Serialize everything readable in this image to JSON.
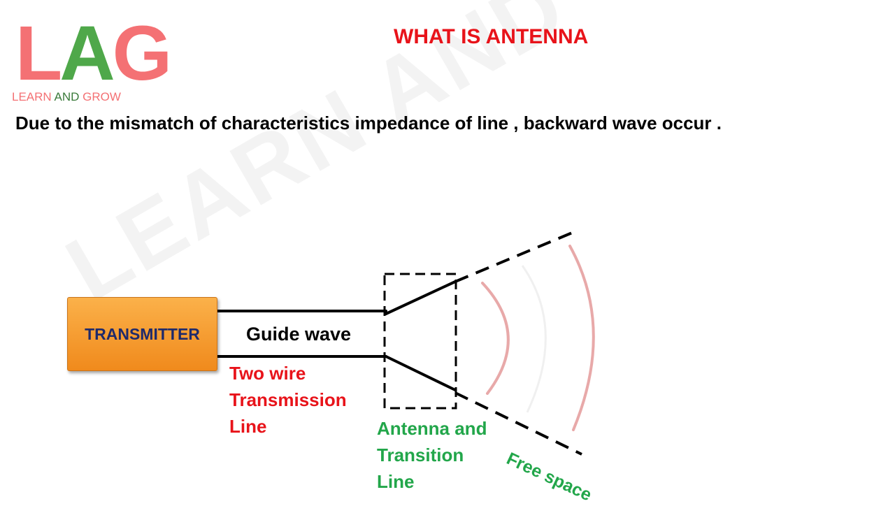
{
  "logo": {
    "letters": [
      "L",
      "A",
      "G"
    ],
    "letter_colors": [
      "#f47174",
      "#4fa84a",
      "#f47174"
    ],
    "subtitle_words": [
      "LEARN",
      "AND",
      "GROW"
    ],
    "subtitle_colors": [
      "#f47174",
      "#3a7a3a",
      "#f47174"
    ]
  },
  "watermark": "LEARN AND GROW",
  "title": "WHAT IS ANTENNA",
  "subtitle": "Due to the mismatch of characteristics impedance of line , backward wave occur .",
  "diagram": {
    "transmitter_label": "TRANSMITTER",
    "guide_wave_label": "Guide wave",
    "two_wire_label": [
      "Two wire",
      "Transmission",
      "Line"
    ],
    "antenna_label": [
      "Antenna and",
      "Transition",
      "Line"
    ],
    "free_space_label": "Free space"
  },
  "colors": {
    "title": "#e8131a",
    "red_label": "#e8131a",
    "green_label": "#22a64a",
    "transmitter_text": "#1f2a6b",
    "wave": "#e8a9a9"
  }
}
